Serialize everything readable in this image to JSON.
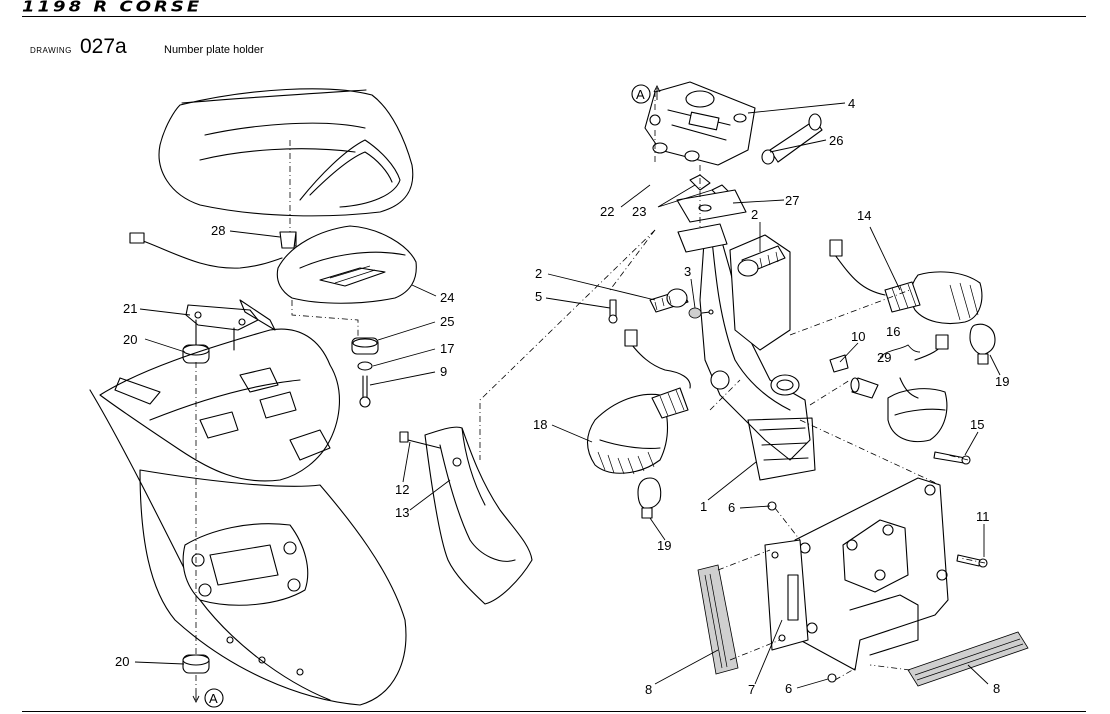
{
  "header": {
    "brand": "1198 R CORSE",
    "drawing_label": "DRAWING",
    "drawing_number": "027a",
    "drawing_title": "Number plate holder"
  },
  "diagram": {
    "ref_marker": "A",
    "callouts": [
      {
        "id": "c4",
        "label": "4"
      },
      {
        "id": "c26",
        "label": "26"
      },
      {
        "id": "c22",
        "label": "22"
      },
      {
        "id": "c23",
        "label": "23"
      },
      {
        "id": "c27",
        "label": "27"
      },
      {
        "id": "c2a",
        "label": "2"
      },
      {
        "id": "c14",
        "label": "14"
      },
      {
        "id": "c2b",
        "label": "2"
      },
      {
        "id": "c3",
        "label": "3"
      },
      {
        "id": "c5",
        "label": "5"
      },
      {
        "id": "c10",
        "label": "10"
      },
      {
        "id": "c16",
        "label": "16"
      },
      {
        "id": "c29",
        "label": "29"
      },
      {
        "id": "c19a",
        "label": "19"
      },
      {
        "id": "c15",
        "label": "15"
      },
      {
        "id": "c18",
        "label": "18"
      },
      {
        "id": "c1",
        "label": "1"
      },
      {
        "id": "c6a",
        "label": "6"
      },
      {
        "id": "c19b",
        "label": "19"
      },
      {
        "id": "c11",
        "label": "11"
      },
      {
        "id": "c8a",
        "label": "8"
      },
      {
        "id": "c7",
        "label": "7"
      },
      {
        "id": "c6b",
        "label": "6"
      },
      {
        "id": "c8b",
        "label": "8"
      },
      {
        "id": "c28",
        "label": "28"
      },
      {
        "id": "c24",
        "label": "24"
      },
      {
        "id": "c21",
        "label": "21"
      },
      {
        "id": "c20a",
        "label": "20"
      },
      {
        "id": "c25",
        "label": "25"
      },
      {
        "id": "c17",
        "label": "17"
      },
      {
        "id": "c9",
        "label": "9"
      },
      {
        "id": "c12",
        "label": "12"
      },
      {
        "id": "c13",
        "label": "13"
      },
      {
        "id": "c20b",
        "label": "20"
      }
    ]
  }
}
